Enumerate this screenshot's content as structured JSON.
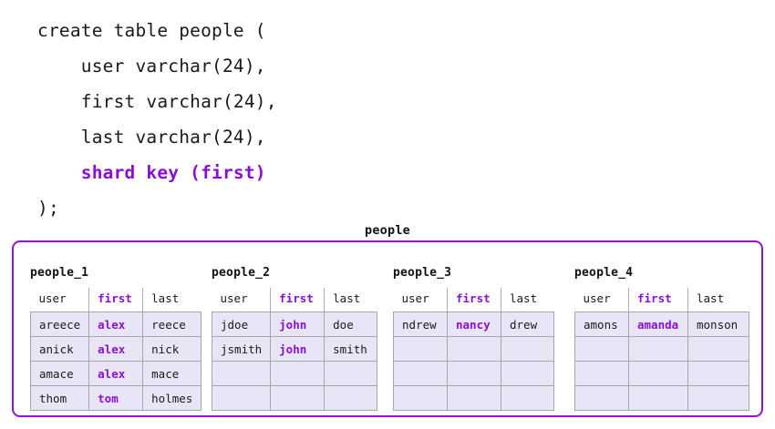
{
  "code": {
    "lines": [
      {
        "text": "create table people (",
        "accent": false
      },
      {
        "text": "    user varchar(24),",
        "accent": false
      },
      {
        "text": "    first varchar(24),",
        "accent": false
      },
      {
        "text": "    last varchar(24),",
        "accent": false
      },
      {
        "text": "    shard key (first)",
        "accent": true
      },
      {
        "text": ");",
        "accent": false
      }
    ]
  },
  "diagram": {
    "title": "people",
    "accent_color": "#9013d8",
    "cell_background": "#e8e6f6",
    "shards": [
      {
        "name": "people_1",
        "columns": [
          "user",
          "first",
          "last"
        ],
        "key_column_index": 1,
        "rows": [
          [
            "areece",
            "alex",
            "reece"
          ],
          [
            "anick",
            "alex",
            "nick"
          ],
          [
            "amace",
            "alex",
            "mace"
          ],
          [
            "thom",
            "tom",
            "holmes"
          ]
        ]
      },
      {
        "name": "people_2",
        "columns": [
          "user",
          "first",
          "last"
        ],
        "key_column_index": 1,
        "rows": [
          [
            "jdoe",
            "john",
            "doe"
          ],
          [
            "jsmith",
            "john",
            "smith"
          ],
          [
            "",
            "",
            ""
          ],
          [
            "",
            "",
            ""
          ]
        ]
      },
      {
        "name": "people_3",
        "columns": [
          "user",
          "first",
          "last"
        ],
        "key_column_index": 1,
        "rows": [
          [
            "ndrew",
            "nancy",
            "drew"
          ],
          [
            "",
            "",
            ""
          ],
          [
            "",
            "",
            ""
          ],
          [
            "",
            "",
            ""
          ]
        ]
      },
      {
        "name": "people_4",
        "columns": [
          "user",
          "first",
          "last"
        ],
        "key_column_index": 1,
        "rows": [
          [
            "amons",
            "amanda",
            "monson"
          ],
          [
            "",
            "",
            ""
          ],
          [
            "",
            "",
            ""
          ],
          [
            "",
            "",
            ""
          ]
        ]
      }
    ]
  }
}
